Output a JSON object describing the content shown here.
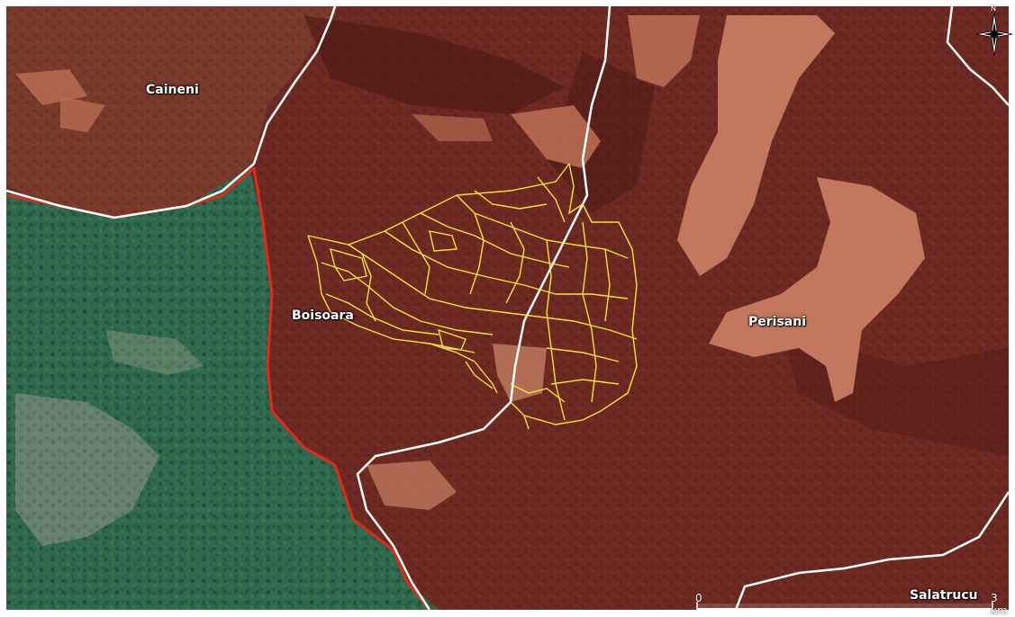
{
  "map": {
    "labels": {
      "caineni": "Caineni",
      "boisoara": "Boisoara",
      "perisani": "Perisani",
      "salatrucu": "Salatrucu"
    },
    "scale": {
      "start": "0",
      "end": "3 km"
    },
    "north": "N",
    "colors": {
      "boundary_white": "#ffffff",
      "boundary_red": "#e02a1a",
      "forest_tracks": "#f2e63c",
      "shaded_area": "#6e2a22",
      "green_area": "#2f6a4e",
      "pasture": "#c77c62"
    }
  }
}
